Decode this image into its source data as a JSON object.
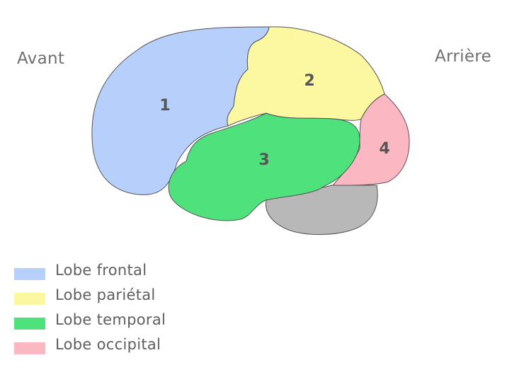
{
  "orientation": {
    "front_label": "Avant",
    "back_label": "Arrière"
  },
  "regions": [
    {
      "number": "1",
      "color": "#b7cffb"
    },
    {
      "number": "2",
      "color": "#fbf8a1"
    },
    {
      "number": "3",
      "color": "#4fe17c"
    },
    {
      "number": "4",
      "color": "#fbb8c2"
    }
  ],
  "cerebellum_color": "#b8b8b8",
  "outline_color": "#555555",
  "legend": [
    {
      "label": "Lobe frontal",
      "color": "#b7cffb"
    },
    {
      "label": "Lobe pariétal",
      "color": "#fbf8a1"
    },
    {
      "label": "Lobe temporal",
      "color": "#4fe17c"
    },
    {
      "label": "Lobe occipital",
      "color": "#fbb8c2"
    }
  ]
}
